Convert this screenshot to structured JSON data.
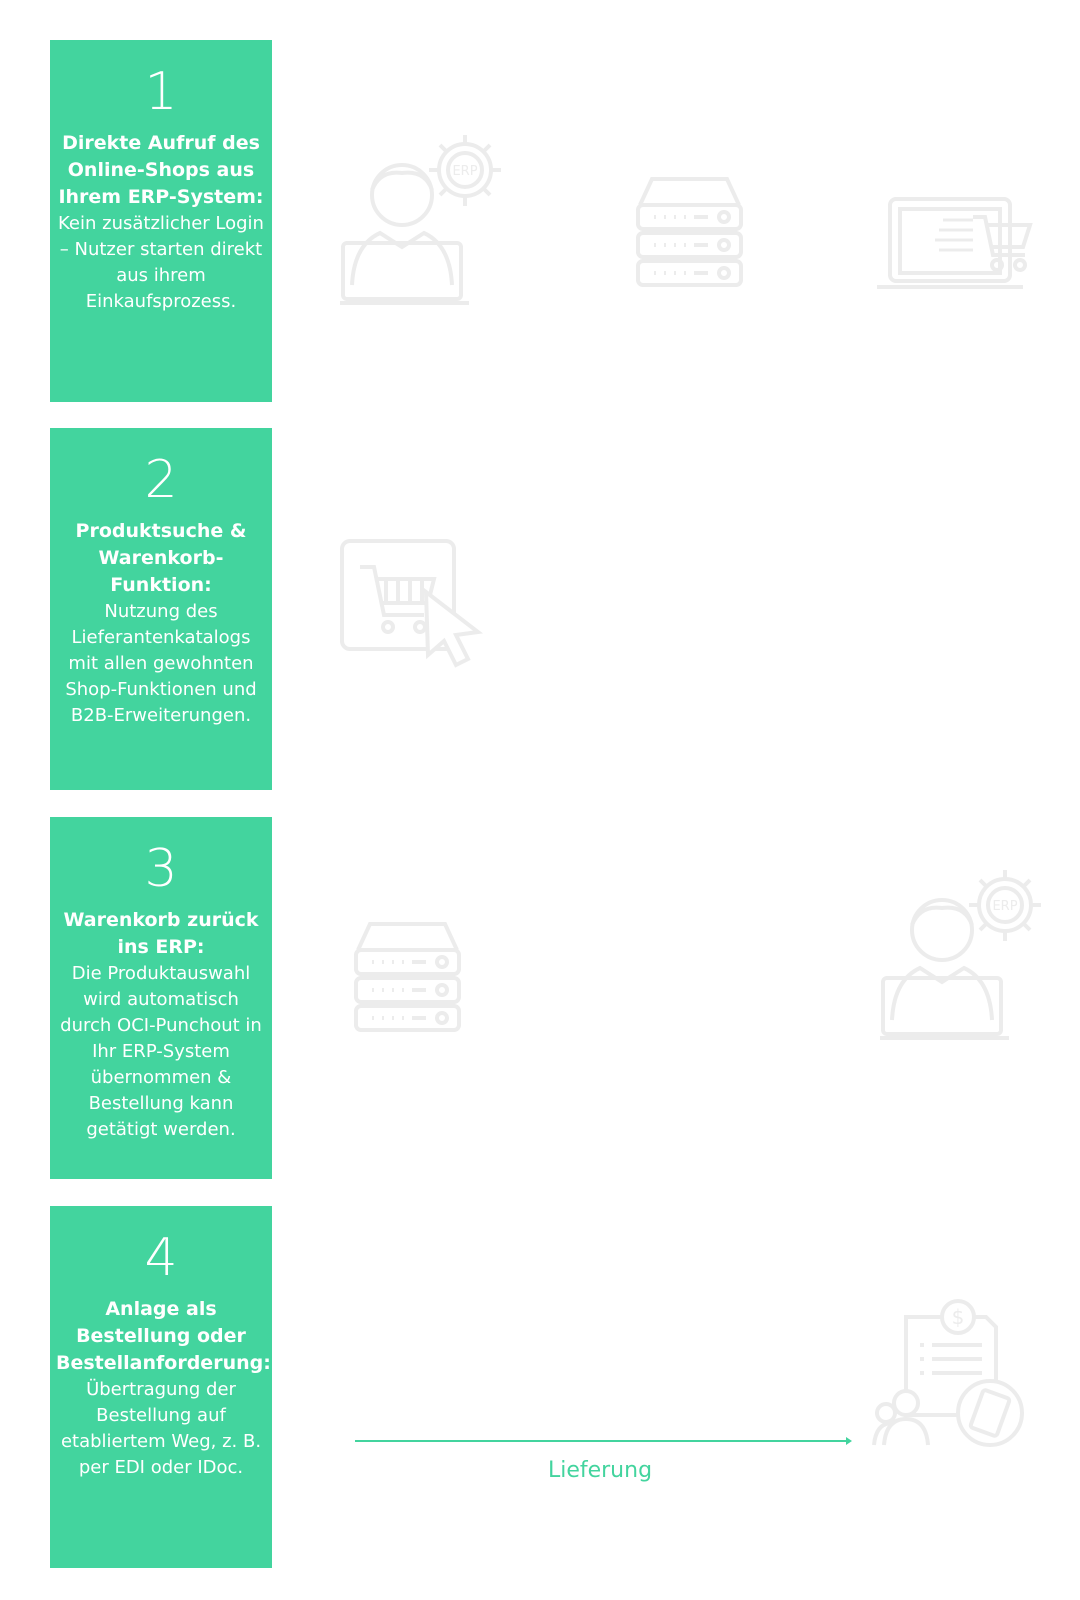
{
  "steps": [
    {
      "number": "1",
      "title": "Direkte Aufruf des Online-Shops aus Ihrem ERP-System:",
      "text": "Kein zusätzlicher Login – Nutzer starten direkt aus ihrem Einkaufsprozess."
    },
    {
      "number": "2",
      "title": "Produktsuche & Warenkorb-Funktion:",
      "text": "Nutzung des Lieferantenkatalogs mit allen gewohnten Shop-Funktionen und B2B-Erweiterungen."
    },
    {
      "number": "3",
      "title": "Warenkorb zurück ins ERP:",
      "text": "Die Produktauswahl wird automatisch durch OCI-Punchout in Ihr ERP-System übernommen & Bestellung kann getätigt werden."
    },
    {
      "number": "4",
      "title": "Anlage als Bestellung oder Bestellanforderung:",
      "text": "Übertragung der Bestellung auf etabliertem Weg, z. B. per EDI oder IDoc."
    }
  ],
  "icons": {
    "erp_label": "ERP",
    "accent_color": "#43d49e",
    "icon_color": "#ececec",
    "names": [
      "erp-user-icon",
      "server-icon",
      "laptop-cart-icon",
      "shop-cart-cursor-icon",
      "invoice-delivery-icon"
    ]
  },
  "flow": {
    "label": "Lieferung"
  }
}
